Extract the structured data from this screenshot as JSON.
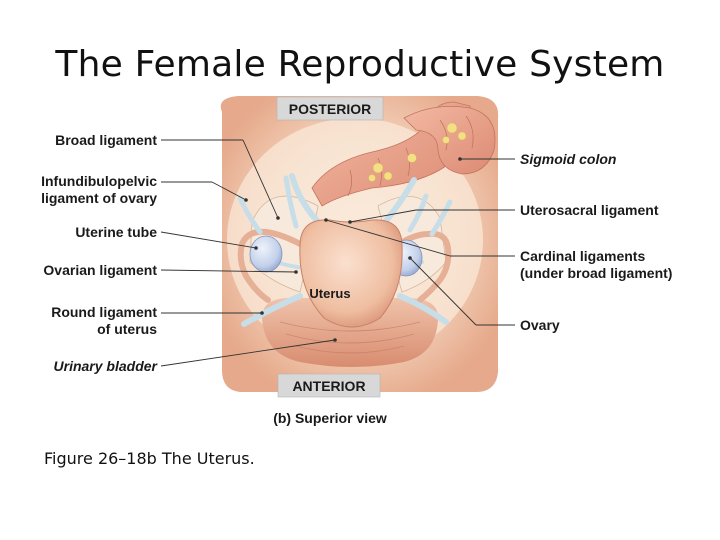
{
  "slide": {
    "title": "The Female Reproductive System",
    "caption": "Figure 26–18b The Uterus."
  },
  "figure": {
    "orientation_top": "POSTERIOR",
    "orientation_bottom": "ANTERIOR",
    "view_label": "(b) Superior view",
    "center_label": "Uterus",
    "labels_left": [
      {
        "id": "broad-ligament",
        "lines": [
          "Broad ligament"
        ],
        "italic": false
      },
      {
        "id": "infundibulopelvic-ligament",
        "lines": [
          "Infundibulopelvic",
          "ligament of ovary"
        ],
        "italic": false
      },
      {
        "id": "uterine-tube",
        "lines": [
          "Uterine tube"
        ],
        "italic": false
      },
      {
        "id": "ovarian-ligament",
        "lines": [
          "Ovarian ligament"
        ],
        "italic": false
      },
      {
        "id": "round-ligament",
        "lines": [
          "Round ligament",
          "of uterus"
        ],
        "italic": false
      },
      {
        "id": "urinary-bladder",
        "lines": [
          "Urinary bladder"
        ],
        "italic": true
      }
    ],
    "labels_right": [
      {
        "id": "sigmoid-colon",
        "lines": [
          "Sigmoid colon"
        ],
        "italic": true
      },
      {
        "id": "uterosacral-ligament",
        "lines": [
          "Uterosacral ligament"
        ],
        "italic": false
      },
      {
        "id": "cardinal-ligaments",
        "lines": [
          "Cardinal ligaments",
          "(under broad ligament)"
        ],
        "italic": false
      },
      {
        "id": "ovary",
        "lines": [
          "Ovary"
        ],
        "italic": false
      }
    ],
    "colors": {
      "tissue_light": "#f6dcc6",
      "tissue_mid": "#eebfa0",
      "tissue_dark": "#d98d72",
      "uterus": "#f1c3a8",
      "ovary": "#c9d6ee",
      "ligament": "#c7dde8",
      "fat": "#f3e39a",
      "leader": "#333333"
    }
  }
}
